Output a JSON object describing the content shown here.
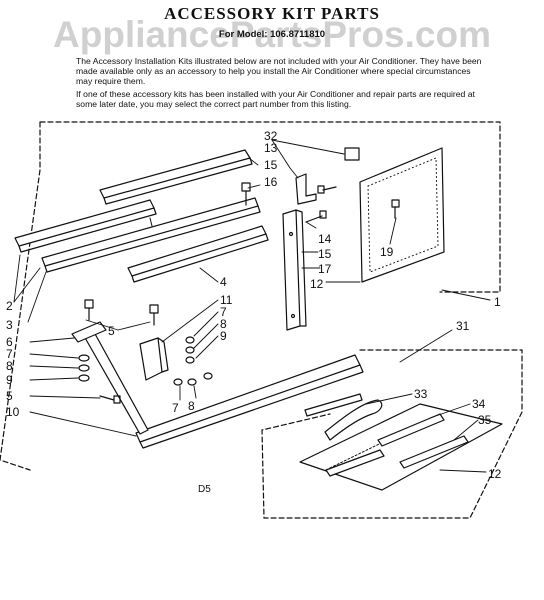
{
  "title": "ACCESSORY KIT PARTS",
  "watermark": "AppliancePartsPros.com",
  "subtitle": "For Model: 106.8711810",
  "paragraphs": [
    "The Accessory Installation Kits illustrated below are not included with your Air Conditioner. They have been made available only as an accessory to help you install the Air Conditioner where special circumstances may require them.",
    "If one of these accessory kits has been installed with your Air Conditioner and repair parts are required at some later date, you may select the correct part number from this listing."
  ],
  "footer_code": "D5",
  "labels": {
    "l32": "32",
    "l13": "13",
    "l15a": "15",
    "l16": "16",
    "l14": "14",
    "l15b": "15",
    "l17": "17",
    "l12a": "12",
    "l19": "19",
    "l4": "4",
    "l1": "1",
    "l31": "31",
    "l2": "2",
    "l3": "3",
    "l5a": "5",
    "l11": "11",
    "l7a": "7",
    "l8a": "8",
    "l9a": "9",
    "l6": "6",
    "l7b": "7",
    "l8b": "8",
    "l9b": "9",
    "l5b": "5",
    "l10": "10",
    "l7c": "7",
    "l8c": "8",
    "l33": "33",
    "l34": "34",
    "l35": "35",
    "l12b": "12"
  }
}
